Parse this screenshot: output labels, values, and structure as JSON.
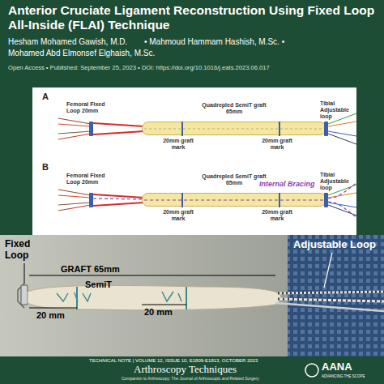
{
  "diagram": {
    "title": "Anterior Cruciate Ligament Reconstruction Using Fixed Loop All-Inside (FLAI) Technique",
    "nodes": [
      {
        "text": [
          "Quadrepled SemiT graft 65mm"
        ]
      },
      {
        "text": [
          "Quadrepled SemiT graft 65mm"
        ]
      }
    ],
    "labels": [
      "Hesham Mohamed Gawish, M.D.",
      "• Mahmoud Hammam Hashish, M.Sc. •",
      "Mohamed Abd Elmonsef Elghaish, M.Sc.",
      "Open Access • Published: September 25, 2023 • DOI: https://doi.org/10.1016/j.eats.2023.06.017",
      "A",
      "Femoral Fixed Loop 20mm",
      "20mm graft mark",
      "20mm graft mark",
      "Tibial Adjustable loop",
      "B",
      "Femoral Fixed Loop 20mm",
      "Internal Bracing",
      "20mm graft mark",
      "20mm graft mark",
      "Tibial Adjustable loop",
      "Fixed Loop",
      "GRAFT 65mm",
      "SemiT",
      "20 mm",
      "20 mm",
      "Adjustable Loop",
      "TECHNICAL NOTE | VOLUME 12, ISSUE 10, E1809-E1813, OCTOBER 2023",
      "Arthroscopy Techniques",
      "Companion to Arthroscopy: The Journal of Arthroscopic and Related Surgery",
      "AANA",
      "ADVANCING THE SCOPE"
    ]
  }
}
